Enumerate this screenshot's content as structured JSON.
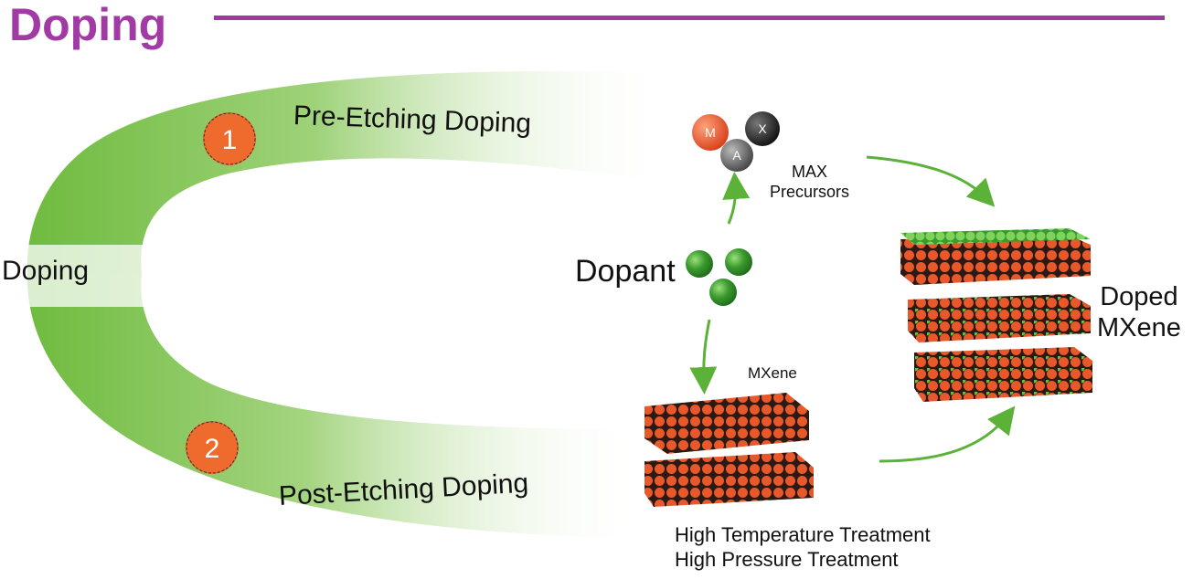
{
  "title": "Doping",
  "left_label": "Doping",
  "steps": [
    {
      "number": "1",
      "label": "Pre-Etching Doping"
    },
    {
      "number": "2",
      "label": "Post-Etching Doping"
    }
  ],
  "dopant_label": "Dopant",
  "max": {
    "letters": [
      "M",
      "A",
      "X"
    ],
    "label_line1": "MAX",
    "label_line2": "Precursors"
  },
  "mxene_label": "MXene",
  "doped": {
    "line1": "Doped",
    "line2": "MXene"
  },
  "treatments": [
    "High Temperature Treatment",
    "High Pressure Treatment"
  ],
  "colors": {
    "title": "#a23aa6",
    "arc_green": "#7cc24a",
    "atom_orange": "#e9582a",
    "dopant_green": "#3a9a2f",
    "arrow_green": "#5cb238"
  }
}
